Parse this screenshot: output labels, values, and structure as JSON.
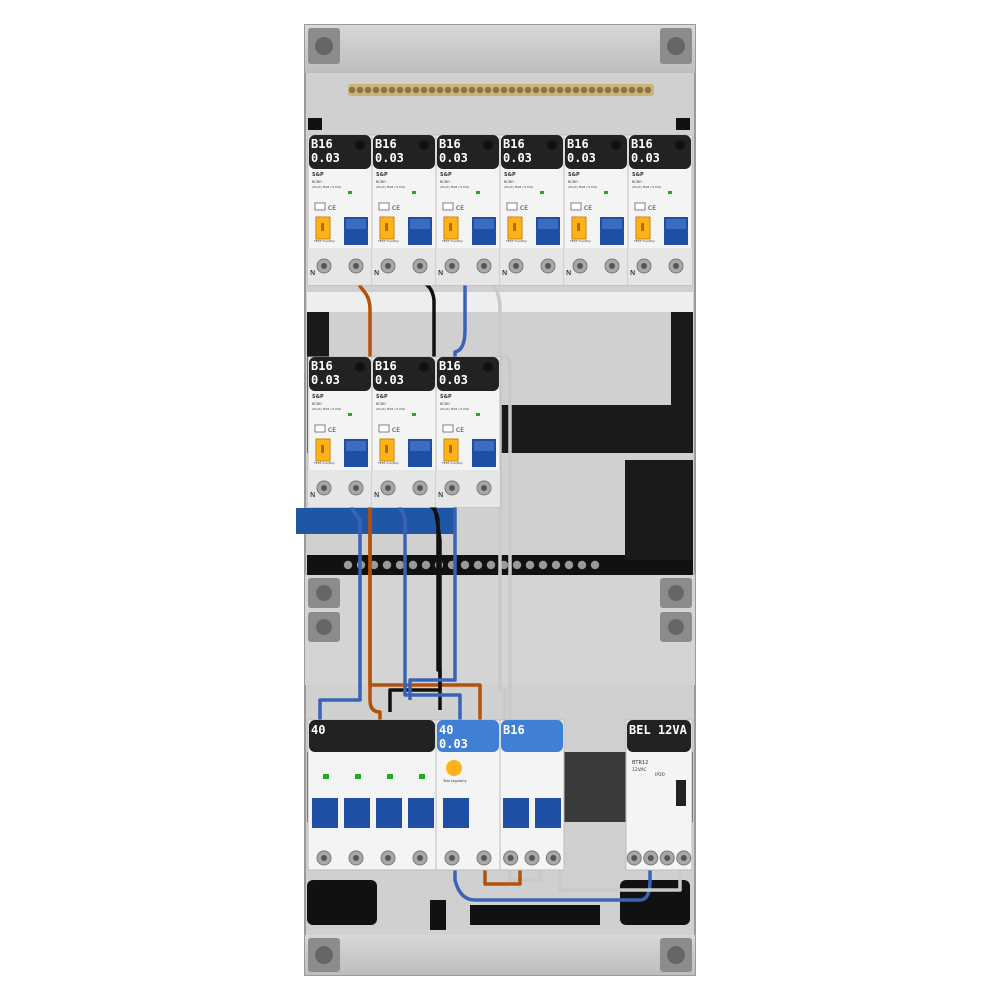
{
  "breakers_row1": [
    {
      "rating": "B16",
      "sens": "0.03"
    },
    {
      "rating": "B16",
      "sens": "0.03"
    },
    {
      "rating": "B16",
      "sens": "0.03"
    },
    {
      "rating": "B16",
      "sens": "0.03"
    },
    {
      "rating": "B16",
      "sens": "0.03"
    },
    {
      "rating": "B16",
      "sens": "0.03"
    }
  ],
  "breakers_row2": [
    {
      "rating": "B16",
      "sens": "0.03"
    },
    {
      "rating": "B16",
      "sens": "0.03"
    },
    {
      "rating": "B16",
      "sens": "0.03"
    }
  ],
  "main_switch": {
    "rating": "40"
  },
  "rcd": {
    "rating": "40",
    "sens": "0.03",
    "test_label": "Test regularly"
  },
  "mcb": {
    "rating": "B16"
  },
  "bell": {
    "label": "BEL 12VA",
    "model": "BTR12",
    "voltage": "12VAC",
    "ip": "IP20"
  },
  "rcbo_small": {
    "brand": "S&P",
    "model": "RCBO",
    "spec": "1P+N / B16 / 0.03A",
    "test": "TEST monthly"
  },
  "n_label": "N",
  "colors": {
    "brown": "#b4520a",
    "blue": "#3a63b6",
    "black": "#111111",
    "grey": "#c9c9c9",
    "orange": "#ffb21a",
    "handle": "#1f4fa3"
  }
}
